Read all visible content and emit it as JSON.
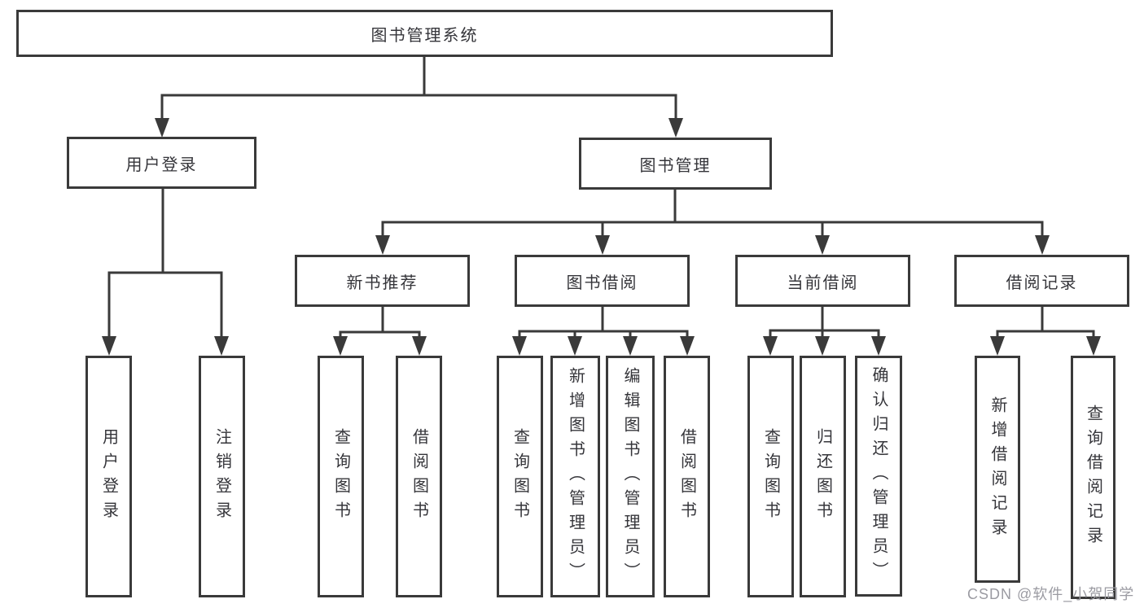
{
  "diagram": {
    "root": {
      "label": "图书管理系统"
    },
    "level1": [
      {
        "label": "用户登录"
      },
      {
        "label": "图书管理"
      }
    ],
    "level2": [
      {
        "label": "新书推荐"
      },
      {
        "label": "图书借阅"
      },
      {
        "label": "当前借阅"
      },
      {
        "label": "借阅记录"
      }
    ],
    "leaves": {
      "user_login": [
        {
          "label": "用户登录"
        },
        {
          "label": "注销登录"
        }
      ],
      "new_books": [
        {
          "label": "查询图书"
        },
        {
          "label": "借阅图书"
        }
      ],
      "book_borrow": [
        {
          "label": "查询图书"
        },
        {
          "label": "新增图书（管理员）"
        },
        {
          "label": "编辑图书（管理员）"
        },
        {
          "label": "借阅图书"
        }
      ],
      "current_borrow": [
        {
          "label": "查询图书"
        },
        {
          "label": "归还图书"
        },
        {
          "label": "确认归还（管理员）"
        }
      ],
      "borrow_records": [
        {
          "label": "新增借阅记录"
        },
        {
          "label": "查询借阅记录"
        }
      ]
    }
  },
  "watermark": {
    "text": "CSDN @软件_小贺同学"
  },
  "colors": {
    "line": "#3a3a3a",
    "box_border": "#3a3a3a",
    "text": "#35353a",
    "watermark": "#9b9ba2",
    "background": "#ffffff"
  }
}
